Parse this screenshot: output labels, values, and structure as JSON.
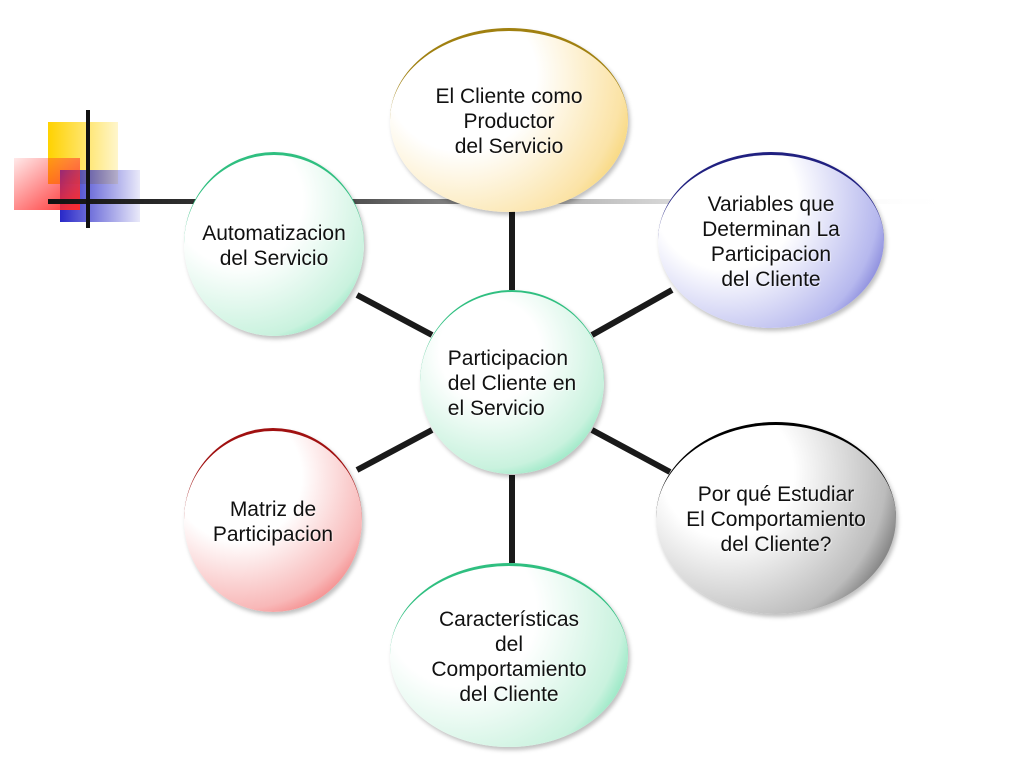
{
  "colors": {
    "green": "#2fd38e",
    "gold": "#f2c230",
    "navy": "#3030b8",
    "red": "#f03a3a",
    "black": "#000000",
    "connector": "#1a1a1a",
    "deco_yellow": "#ffd200",
    "deco_red": "#ff2a2a",
    "deco_blue": "#2828c8"
  },
  "diagram": {
    "center": {
      "label": "Participacion\ndel Cliente en\nel Servicio"
    },
    "nodes": [
      {
        "id": "top",
        "label": "El Cliente como\nProductor\ndel Servicio"
      },
      {
        "id": "upper-right",
        "label": "Variables que\nDeterminan La\nParticipacion\ndel Cliente"
      },
      {
        "id": "lower-right",
        "label": "Por qué Estudiar\nEl Comportamiento\ndel Cliente?"
      },
      {
        "id": "bottom",
        "label": "Características\ndel\nComportamiento\ndel Cliente"
      },
      {
        "id": "lower-left",
        "label": "Matriz de\nParticipacion"
      },
      {
        "id": "upper-left",
        "label": "Automatizacion\ndel Servicio"
      }
    ]
  }
}
